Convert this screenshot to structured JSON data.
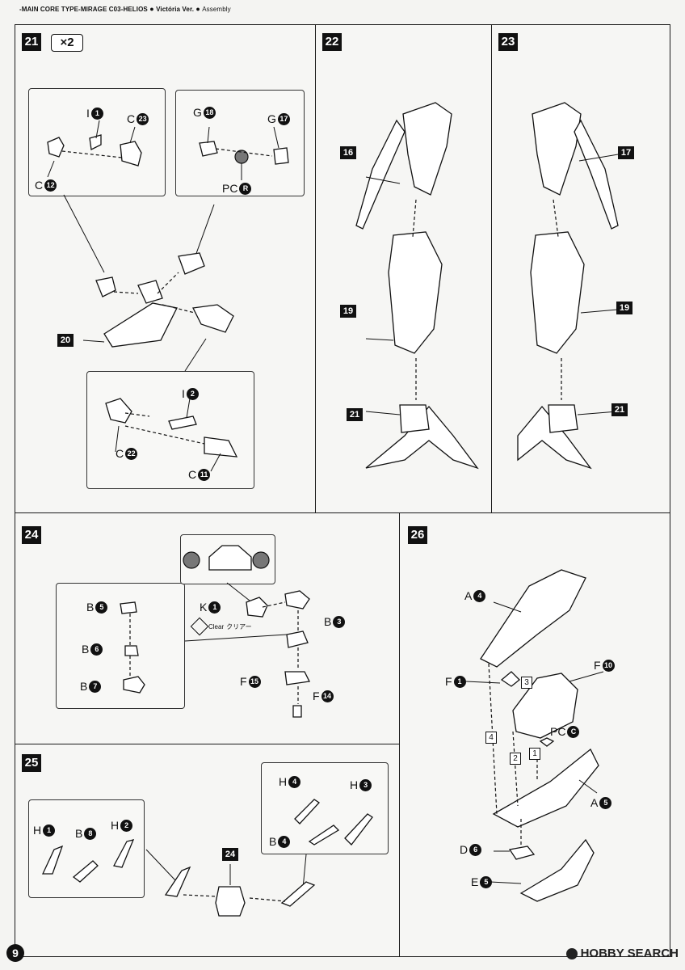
{
  "header": {
    "title": "-MAIN CORE TYPE-MIRAGE  C03-HELIOS",
    "version": "Victória Ver.",
    "section": "Assembly"
  },
  "page_number": "9",
  "watermark": "HOBBY SEARCH",
  "steps": {
    "s21": {
      "num": "21",
      "multiplier": "×2",
      "labels": {
        "i1": "I",
        "i1n": "1",
        "c23": "C",
        "c23n": "23",
        "c12": "C",
        "c12n": "12",
        "g18": "G",
        "g18n": "18",
        "g17": "G",
        "g17n": "17",
        "pcr": "PC",
        "pcrn": "R",
        "p20": "20",
        "i2": "I",
        "i2n": "2",
        "c22": "C",
        "c22n": "22",
        "c11": "C",
        "c11n": "11"
      }
    },
    "s22": {
      "num": "22",
      "labels": {
        "p16": "16",
        "p19": "19",
        "p21": "21"
      }
    },
    "s23": {
      "num": "23",
      "labels": {
        "p17": "17",
        "p19": "19",
        "p21": "21"
      }
    },
    "s24": {
      "num": "24",
      "labels": {
        "k1": "K",
        "k1n": "1",
        "b3": "B",
        "b3n": "3",
        "f15": "F",
        "f15n": "15",
        "f14": "F",
        "f14n": "14",
        "b5": "B",
        "b5n": "5",
        "b6": "B",
        "b6n": "6",
        "b7": "B",
        "b7n": "7"
      },
      "clear_en": "Clear",
      "clear_jp": "クリアー"
    },
    "s25": {
      "num": "25",
      "labels": {
        "h1": "H",
        "h1n": "1",
        "b8": "B",
        "b8n": "8",
        "h2": "H",
        "h2n": "2",
        "h4": "H",
        "h4n": "4",
        "h3": "H",
        "h3n": "3",
        "b4": "B",
        "b4n": "4",
        "p24": "24"
      }
    },
    "s26": {
      "num": "26",
      "labels": {
        "a4": "A",
        "a4n": "4",
        "f1": "F",
        "f1n": "1",
        "f10": "F",
        "f10n": "10",
        "pcc": "PC",
        "pccn": "C",
        "a5": "A",
        "a5n": "5",
        "d6": "D",
        "d6n": "6",
        "e5": "E",
        "e5n": "5"
      },
      "order": [
        "3",
        "4",
        "2",
        "1"
      ]
    }
  }
}
